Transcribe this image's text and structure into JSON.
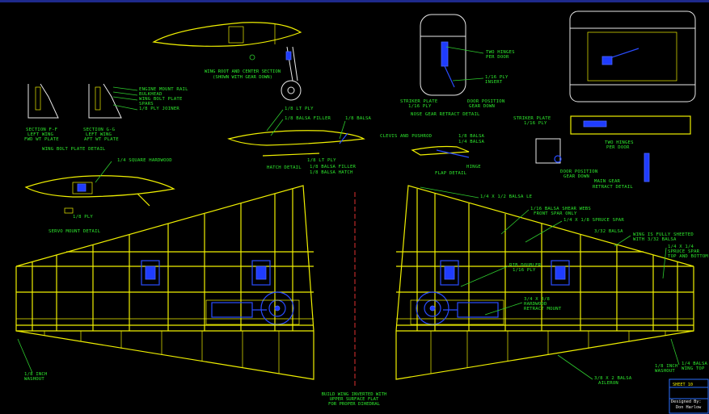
{
  "colors": {
    "background": "#000000",
    "structure": "#f0f000",
    "labels": "#2ee82e",
    "hardware": "#1f3cff",
    "centerline": "#e03030",
    "details": "#e8e8e8"
  },
  "labels": {
    "wing_root_section_l1": "WING ROOT AND CENTER SECTION",
    "wing_root_section_l2": "(SHOWN WITH GEAR DOWN)",
    "engine_mount_rail": "ENGINE MOUNT RAIL",
    "bulkhead": "BULKHEAD",
    "wing_bolt_plate": "WING BOLT PLATE",
    "spars": "SPARS",
    "ply_joiner": "1/8 PLY JOINER",
    "section_ff_l1": "SECTION F-F",
    "section_ff_l2": "LEFT WING",
    "section_ff_l3": "FWD WT PLATE",
    "section_gg_l1": "SECTION G-G",
    "section_gg_l2": "LEFT WING",
    "section_gg_l3": "AFT WT PLATE",
    "wing_bolt_plate_detail": "WING BOLT PLATE DETAIL",
    "lt_ply_top": "1/8 LT PLY",
    "balsa_filler_top": "1/8 BALSA FILLER",
    "balsa_quarter": "1/8 BALSA",
    "lt_ply_hatch": "1/8 LT PLY",
    "balsa_filler_hatch": "1/8 BALSA FILLER",
    "balsa_hatch": "1/8 BALSA HATCH",
    "hatch_detail": "HATCH DETAIL",
    "clevis_pushrod": "CLEVIS AND PUSHROD",
    "balsa_flap1": "1/8 BALSA",
    "balsa_flap2": "1/4 BALSA",
    "hinge": "HINGE",
    "flap_detail": "FLAP DETAIL",
    "two_hinges_nose_l1": "TWO HINGES",
    "two_hinges_nose_l2": "PER DOOR",
    "ply_insert_l1": "1/16 PLY",
    "ply_insert_l2": "INSERT",
    "striker_plate_nose_l1": "STRIKER PLATE",
    "striker_plate_nose_l2": "1/16 PLY",
    "door_position_nose_l1": "DOOR POSITION",
    "door_position_nose_l2": "GEAR DOWN",
    "nose_gear_retract": "NOSE GEAR RETRACT DETAIL",
    "striker_plate_main_l1": "STRIKER PLATE",
    "striker_plate_main_l2": "1/16 PLY",
    "two_hinges_main_l1": "TWO HINGES",
    "two_hinges_main_l2": "PER DOOR",
    "door_position_main_l1": "DOOR POSITION",
    "door_position_main_l2": "GEAR DOWN",
    "main_gear_retract_l1": "MAIN GEAR",
    "main_gear_retract_l2": "RETRACT DETAIL",
    "square_hardwood": "1/4 SQUARE HARDWOOD",
    "ply_servo": "1/8 PLY",
    "servo_mount_detail": "SERVO MOUNT DETAIL",
    "balsa_le": "1/4 X 1/2 BALSA LE",
    "shear_webs_l1": "1/16 BALSA SHEAR WEBS",
    "shear_webs_l2": "FRONT SPAR ONLY",
    "spruce_spar": "1/4 X 1/8 SPRUCE SPAR",
    "balsa_332": "3/32 BALSA",
    "fully_sheeted_l1": "WING IS FULLY SHEETED",
    "fully_sheeted_l2": "WITH 3/32 BALSA",
    "spruce_top_l1": "1/4 X 1/4",
    "spruce_top_l2": "SPRUCE SPAR",
    "spruce_top_l3": "TOP AND BOTTOM",
    "rib_doubler_l1": "RIB DOUBLER",
    "rib_doubler_l2": "1/16 PLY",
    "retract_mount_l1": "3/4 X 3/8",
    "retract_mount_l2": "HARDWOOD",
    "retract_mount_l3": "RETRACT MOUNT",
    "balsa_wing_top_l1": "1/4 BALSA",
    "balsa_wing_top_l2": "WING TOP",
    "washout_right_l1": "1/8 INCH",
    "washout_right_l2": "WASHOUT",
    "aileron_l1": "3/8 X 2 BALSA",
    "aileron_l2": "AILERON",
    "washout_left_l1": "1/8 INCH",
    "washout_left_l2": "WASHOUT",
    "build_note_l1": "BUILD WING INVERTED WITH",
    "build_note_l2": "UPPER SURFACE FLAT",
    "build_note_l3": "FOR PROPER DIHEDRAL"
  },
  "title_block": {
    "sheet": "SHEET 10",
    "designed_by_label": "Designed By:",
    "designer": "Don Harlow"
  }
}
